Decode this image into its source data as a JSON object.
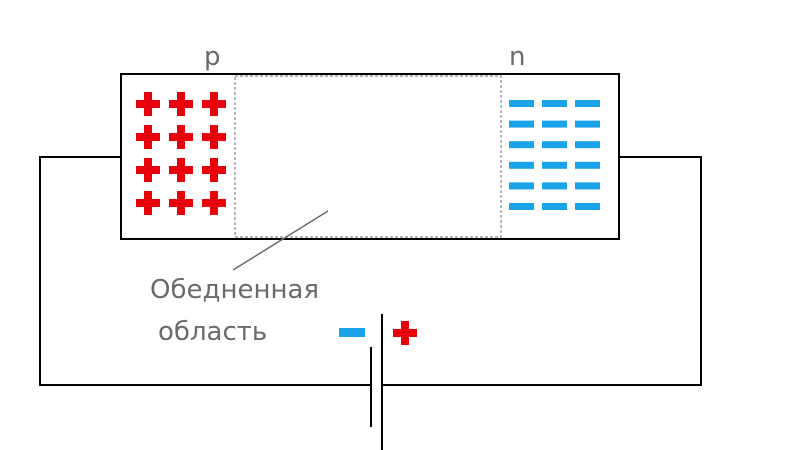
{
  "labels": {
    "p_region": "p",
    "n_region": "n",
    "depletion_line1": "Обедненная",
    "depletion_line2": "область"
  },
  "carriers": {
    "holes_rows": 4,
    "holes_cols": 3,
    "electrons_rows": 6,
    "electrons_cols": 3
  },
  "colors": {
    "hole": "#e8000b",
    "electron": "#1aa3e8",
    "wire": "#000000",
    "label": "#6b6b6b",
    "depletion_border": "#8a8a8a"
  },
  "battery": {
    "negative_terminal_icon": "minus-sign",
    "positive_terminal_icon": "plus-sign"
  }
}
